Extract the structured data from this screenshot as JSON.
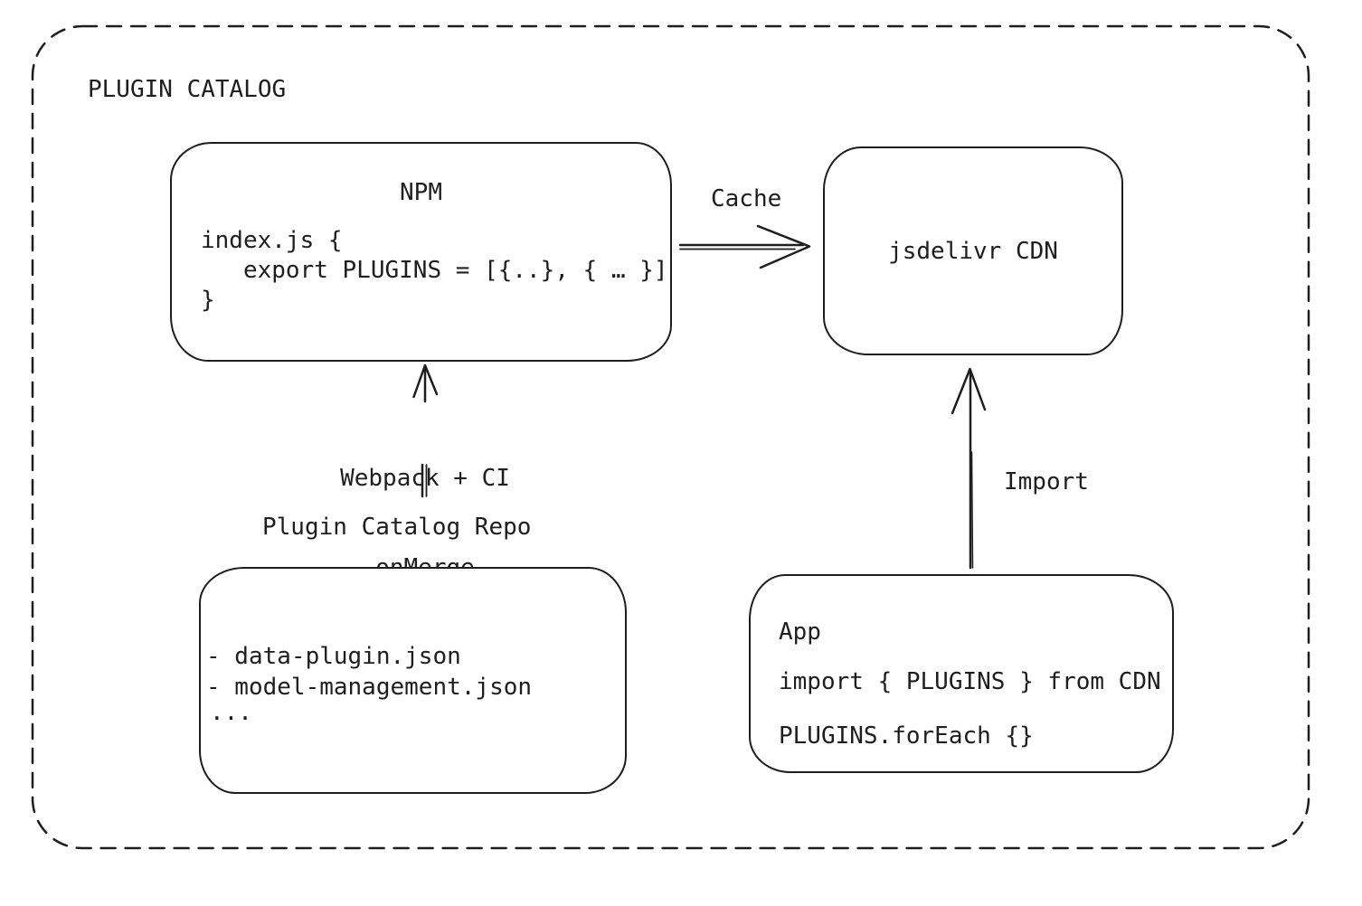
{
  "title": "PLUGIN CATALOG",
  "nodes": {
    "npm": {
      "title": "NPM",
      "code": [
        "index.js {",
        "   export PLUGINS = [{..}, { … }]",
        "}"
      ]
    },
    "cdn": {
      "title": "jsdelivr CDN"
    },
    "repo": {
      "label": "Plugin Catalog Repo",
      "items": [
        "- data-plugin.json",
        "- model-management.json",
        "..."
      ]
    },
    "app": {
      "title": "App",
      "code": [
        "import { PLUGINS } from CDN",
        "PLUGINS.forEach {}"
      ]
    }
  },
  "edges": {
    "cache": {
      "label": "Cache"
    },
    "build": {
      "label1": "Webpack + CI",
      "label2": "onMerge"
    },
    "import": {
      "label": "Import"
    }
  },
  "colors": {
    "stroke": "#1e1e1e",
    "background": "#ffffff"
  }
}
